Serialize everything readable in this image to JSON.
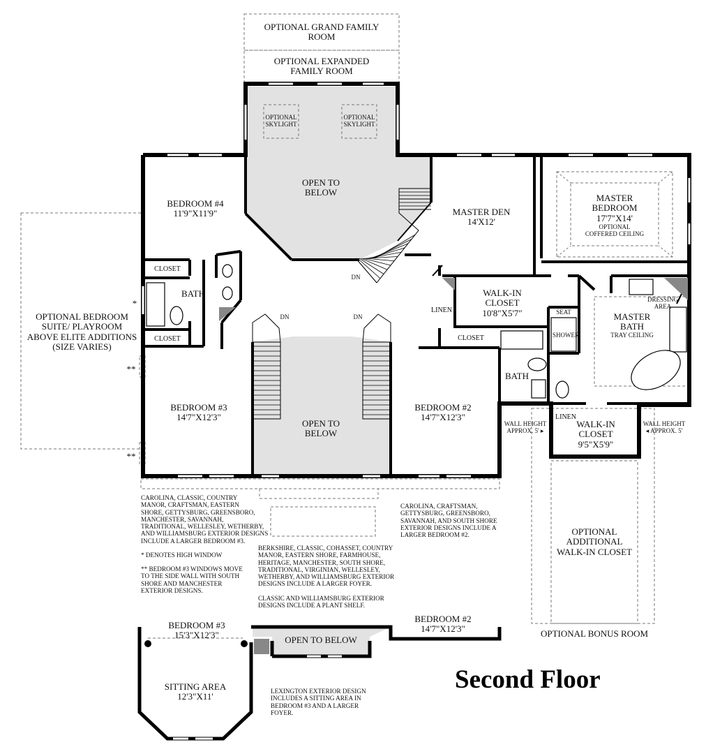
{
  "title": "Second Floor",
  "optional_top": {
    "grand_family_room": [
      "OPTIONAL GRAND FAMILY",
      "ROOM"
    ],
    "expanded_family_room": [
      "OPTIONAL EXPANDED",
      "FAMILY ROOM"
    ]
  },
  "rooms": {
    "skylight_left": [
      "OPTIONAL",
      "SKYLIGHT"
    ],
    "skylight_right": [
      "OPTIONAL",
      "SKYLIGHT"
    ],
    "open_to_below_top": [
      "OPEN TO",
      "BELOW"
    ],
    "bedroom4": [
      "BEDROOM #4",
      "11'9\"X11'9\""
    ],
    "master_den": [
      "MASTER DEN",
      "14'X12'"
    ],
    "master_bedroom": [
      "MASTER",
      "BEDROOM",
      "17'7\"X14'"
    ],
    "coffered": [
      "OPTIONAL",
      "COFFERED CEILING"
    ],
    "closet_b4": "CLOSET",
    "bath_left": "BATH",
    "closet_b3": "CLOSET",
    "walkin_closet_master": [
      "WALK-IN",
      "CLOSET",
      "10'8\"X5'7\""
    ],
    "linen_hall": "LINEN",
    "closet_b2": "CLOSET",
    "dressing_area": [
      "DRESSING",
      "AREA"
    ],
    "master_bath": [
      "MASTER",
      "BATH"
    ],
    "tray_ceiling": "TRAY CEILING",
    "seat": "SEAT",
    "shower": "SHOWER",
    "bath_right": "BATH",
    "optional_bedroom_suite": [
      "OPTIONAL BEDROOM",
      "SUITE/ PLAYROOM",
      "ABOVE ELITE ADDITIONS",
      "(SIZE VARIES)"
    ],
    "bedroom3": [
      "BEDROOM #3",
      "14'7\"X12'3\""
    ],
    "open_to_below_foyer": [
      "OPEN TO",
      "BELOW"
    ],
    "bedroom2": [
      "BEDROOM #2",
      "14'7\"X12'3\""
    ],
    "linen_wic": "LINEN",
    "walkin_closet_2": [
      "WALK-IN",
      "CLOSET",
      "9'5\"X5'9\""
    ],
    "wall_height_left": [
      "WALL HEIGHT",
      "APPROX. 5' ▸"
    ],
    "wall_height_right": [
      "WALL HEIGHT",
      "◂ APPROX. 5'"
    ],
    "optional_additional_wic": [
      "OPTIONAL",
      "ADDITIONAL",
      "WALK-IN CLOSET"
    ],
    "optional_bonus_room": "OPTIONAL BONUS ROOM"
  },
  "stairs": {
    "dn1": "DN",
    "dn2": "DN",
    "dn3": "DN"
  },
  "marks": {
    "star": "*",
    "dstar_top": "**",
    "dstar_bottom": "**"
  },
  "notes": {
    "bedroom3_note": "CAROLINA, CLASSIC, COUNTRY\nMANOR, CRAFTSMAN, EASTERN\nSHORE, GETTYSBURG, GREENSBORO,\nMANCHESTER, SAVANNAH,\nTRADITIONAL, WELLESLEY, WETHERBY,\nAND WILLIAMSBURG EXTERIOR DESIGNS\nINCLUDE A LARGER BEDROOM #3.",
    "high_window": "* DENOTES HIGH WINDOW",
    "windows_move": "** BEDROOM #3 WINDOWS MOVE\nTO THE SIDE WALL WITH SOUTH\nSHORE AND MANCHESTER\nEXTERIOR DESIGNS.",
    "foyer_note": "BERKSHIRE, CLASSIC, COHASSET, COUNTRY\nMANOR, EASTERN SHORE, FARMHOUSE,\nHERITAGE, MANCHESTER, SOUTH SHORE,\nTRADITIONAL, VIRGINIAN, WELLESLEY,\nWETHERBY, AND WILLIAMSBURG EXTERIOR\nDESIGNS INCLUDE A LARGER FOYER.",
    "plant_shelf": "CLASSIC AND WILLIAMSBURG EXTERIOR\nDESIGNS INCLUDE A PLANT SHELF.",
    "bedroom2_note": "CAROLINA, CRAFTSMAN,\nGETTYSBURG, GREENSBORO,\nSAVANNAH, AND SOUTH SHORE\nEXTERIOR DESIGNS INCLUDE A\nLARGER BEDROOM #2.",
    "lexington_note": "LEXINGTON EXTERIOR DESIGN\nINCLUDES A SITTING AREA IN\nBEDROOM #3 AND A LARGER\nFOYER."
  },
  "inset": {
    "bedroom3": [
      "BEDROOM #3",
      "15'3\"X12'3\""
    ],
    "open_to_below": "OPEN TO BELOW",
    "bedroom2": [
      "BEDROOM #2",
      "14'7\"X12'3\""
    ],
    "sitting_area": [
      "SITTING AREA",
      "12'3\"X11'"
    ]
  },
  "colors": {
    "wall": "#000000",
    "shade": "#e2e2e2",
    "dashed": "#777777",
    "dark_fill": "#888888"
  }
}
